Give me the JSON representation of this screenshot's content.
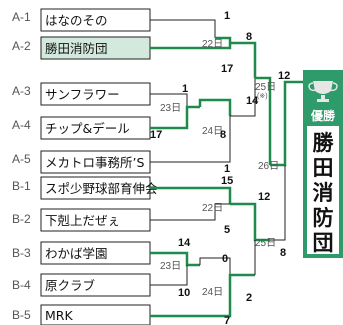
{
  "teams": [
    {
      "seed": "A-1",
      "name": "はなのその"
    },
    {
      "seed": "A-2",
      "name": "勝田消防団"
    },
    {
      "seed": "A-3",
      "name": "サンフラワー"
    },
    {
      "seed": "A-4",
      "name": "チップ&デール"
    },
    {
      "seed": "A-5",
      "name": "メカトロ事務所’S"
    },
    {
      "seed": "B-1",
      "name": "スポ少野球部育伸会"
    },
    {
      "seed": "B-2",
      "name": "下剋上だぜぇ"
    },
    {
      "seed": "B-3",
      "name": "わかば学園"
    },
    {
      "seed": "B-4",
      "name": "原クラブ"
    },
    {
      "seed": "B-5",
      "name": "MRK"
    }
  ],
  "dates": {
    "d22a": "22日",
    "d23a": "23日",
    "d24a": "24日",
    "d25a": "25日",
    "d22b": "22日",
    "d23b": "23日",
    "d24b": "24日",
    "d25b": "25日",
    "d26": "26日"
  },
  "scores": {
    "a1": "1",
    "a2": "17",
    "a3": "1",
    "a4": "17",
    "a5": "1",
    "a_w12": "8",
    "a_w34": "14",
    "a_w34_note": "(※)",
    "a_a5": "8",
    "b1": "15",
    "b2": "5",
    "b3": "14",
    "b4": "10",
    "b5": "7",
    "b_w12": "12",
    "b_w34": "0",
    "b_b5": "2",
    "final_a": "12",
    "final_b": "8"
  },
  "champion": {
    "label": "優勝",
    "name_chars": [
      "勝",
      "田",
      "消",
      "防",
      "団"
    ]
  },
  "colors": {
    "win_line": "#1f8a4c",
    "champion_panel": "#2f9a6a",
    "highlight_cell": "#d3e9de"
  }
}
